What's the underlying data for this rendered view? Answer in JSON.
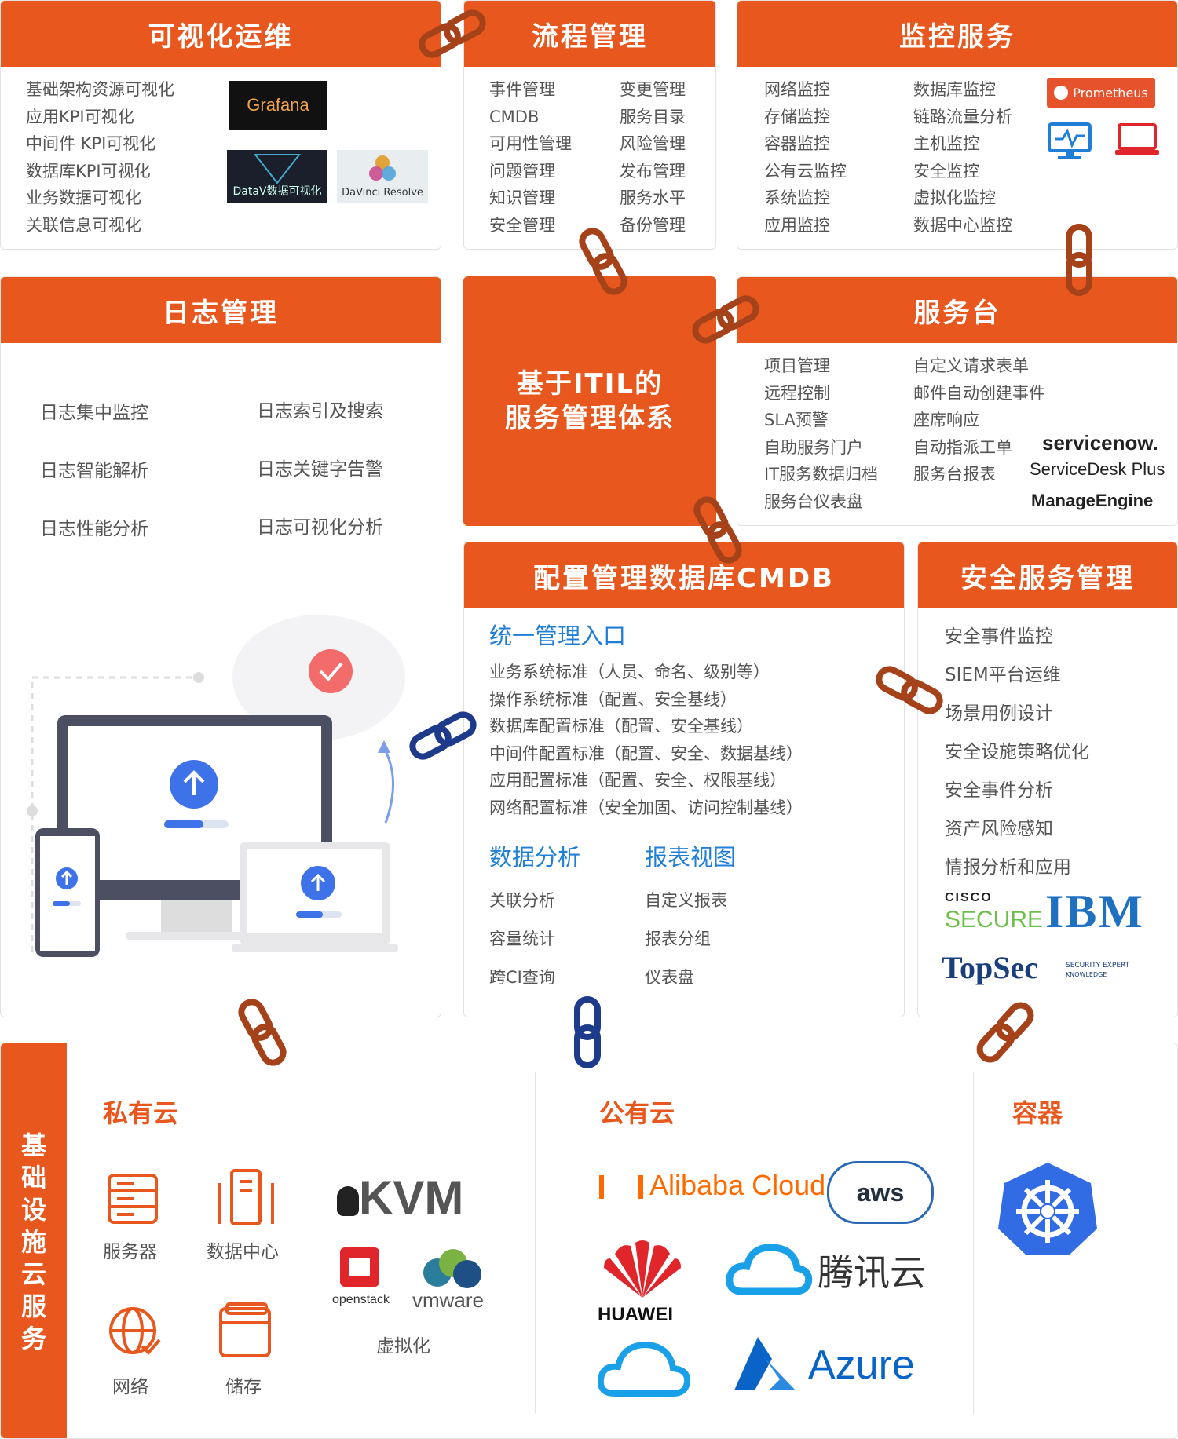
{
  "colors": {
    "accent": "#e8571d",
    "blue": "#1f7fd6",
    "chain_brown": "#a5421a",
    "chain_navy": "#1e3a8a"
  },
  "visualization": {
    "title": "可视化运维",
    "items": [
      "基础架构资源可视化",
      "应用KPI可视化",
      "中间件 KPI可视化",
      "数据库KPI可视化",
      "业务数据可视化",
      "关联信息可视化"
    ],
    "logos": [
      "Grafana",
      "DataV数据可视化",
      "DaVinci Resolve"
    ]
  },
  "process": {
    "title": "流程管理",
    "col1": [
      "事件管理",
      "CMDB",
      "可用性管理",
      "问题管理",
      "知识管理",
      "安全管理"
    ],
    "col2": [
      "变更管理",
      "服务目录",
      "风险管理",
      "发布管理",
      "服务水平",
      "备份管理"
    ]
  },
  "monitor": {
    "title": "监控服务",
    "col1": [
      "网络监控",
      "存储监控",
      "容器监控",
      "公有云监控",
      "系统监控",
      "应用监控"
    ],
    "col2": [
      "数据库监控",
      "链路流量分析",
      "主机监控",
      "安全监控",
      "虚拟化监控",
      "数据中心监控"
    ],
    "logo": "Prometheus"
  },
  "log": {
    "title": "日志管理",
    "col1": [
      "日志集中监控",
      "日志智能解析",
      "日志性能分析"
    ],
    "col2": [
      "日志索引及搜索",
      "日志关键字告警",
      "日志可视化分析"
    ]
  },
  "center": {
    "line1": "基于ITIL的",
    "line2": "服务管理体系"
  },
  "servicedesk": {
    "title": "服务台",
    "col1": [
      "项目管理",
      "远程控制",
      "SLA预警",
      "自助服务门户",
      "IT服务数据归档",
      "服务台仪表盘"
    ],
    "col2": [
      "自定义请求表单",
      "邮件自动创建事件",
      "座席响应",
      "自动指派工单",
      "服务台报表"
    ],
    "logos": [
      "servicenow.",
      "ServiceDesk Plus",
      "ManageEngine"
    ]
  },
  "cmdb": {
    "title": "配置管理数据库CMDB",
    "sub1": "统一管理入口",
    "standards": [
      "业务系统标准（人员、命名、级别等）",
      "操作系统标准（配置、安全基线）",
      "数据库配置标准（配置、安全基线）",
      "中间件配置标准（配置、安全、数据基线）",
      "应用配置标准（配置、安全、权限基线）",
      "网络配置标准（安全加固、访问控制基线）"
    ],
    "sub2": "数据分析",
    "sub3": "报表视图",
    "analysis": [
      "关联分析",
      "容量统计",
      "跨CI查询"
    ],
    "reports": [
      "自定义报表",
      "报表分组",
      "仪表盘"
    ]
  },
  "security": {
    "title": "安全服务管理",
    "items": [
      "安全事件监控",
      "SIEM平台运维",
      "场景用例设计",
      "安全设施策略优化",
      "安全事件分析",
      "资产风险感知",
      "情报分析和应用"
    ],
    "logos": {
      "cisco1": "CISCO",
      "cisco2": "SECURE",
      "ibm": "IBM",
      "topsec": "TopSec",
      "topsec_sub1": "SECURITY EXPERT",
      "topsec_sub2": "KNOWLEDGE"
    }
  },
  "infra": {
    "side_title": "基础设施云服务",
    "private": {
      "title": "私有云",
      "server": "服务器",
      "datacenter": "数据中心",
      "network": "网络",
      "storage": "储存",
      "virtual": "虚拟化",
      "kvm": "KVM",
      "openstack": "openstack",
      "vmware": "vmware"
    },
    "public": {
      "title": "公有云",
      "alibaba": "Alibaba Cloud",
      "aws": "aws",
      "huawei": "HUAWEI",
      "tencent": "腾讯云",
      "azure": "Azure"
    },
    "container": {
      "title": "容器"
    }
  }
}
